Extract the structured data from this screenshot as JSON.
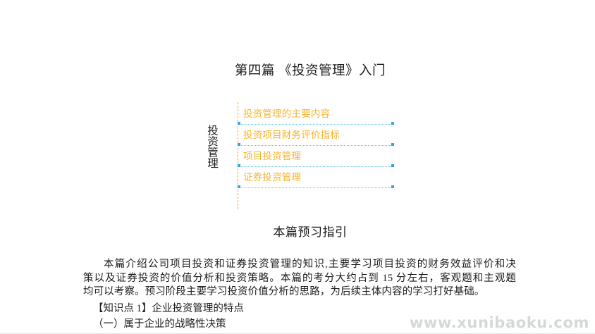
{
  "document": {
    "title": "第四篇 《投资管理》入门",
    "section_heading": "本篇预习指引"
  },
  "diagram": {
    "spine_label": "投资管理",
    "branches": [
      {
        "label": "投资管理的主要内容"
      },
      {
        "label": "投资项目财务评价指标"
      },
      {
        "label": "项目投资管理"
      },
      {
        "label": "证券投资管理"
      }
    ],
    "colors": {
      "branch_text": "#f6b32b",
      "branch_line": "#63c6f0",
      "branch_marker": "#29a9e8",
      "spine_line": "#f0a23c"
    }
  },
  "body": {
    "paragraph_lines": [
      "本篇介绍公司项目投资和证券投资管理的知识,主要学习项目投资的财务效益评价和决",
      "策以及证券投资的价值分析和投资策略。本篇的考分大约占到 15 分左右，客观题和主观题",
      "均可以考察。预习阶段主要学习投资价值分析的思路，为后续主体内容的学习打好基础。"
    ],
    "knowledge_point": "【知识点 1】企业投资管理的特点",
    "sub_item": "（一）属于企业的战略性决策"
  },
  "watermark": {
    "text": "www.xunibaoku.com",
    "color": "#d4d9d6"
  }
}
